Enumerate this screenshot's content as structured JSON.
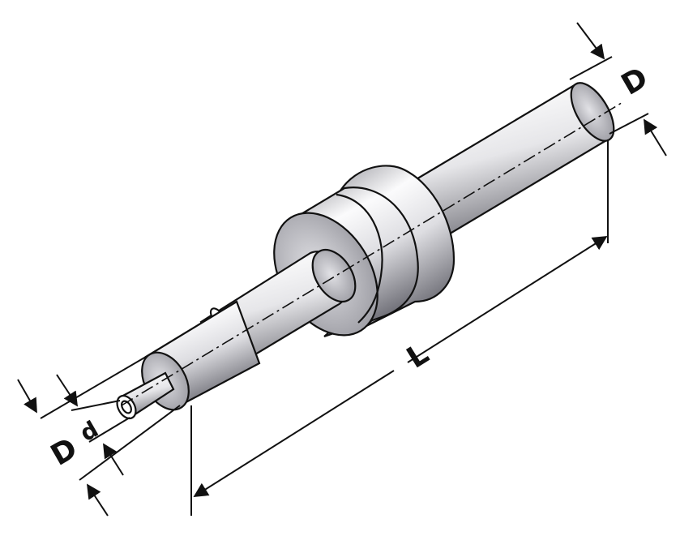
{
  "labels": {
    "shank_diameter": "D",
    "length": "L",
    "tip_diameter": "d",
    "body_diameter": "D"
  },
  "colors": {
    "outline": "#111111",
    "steel_light": "#ffffff",
    "steel_mid": "#d9d9dc",
    "steel_dark": "#9a9aa0"
  }
}
